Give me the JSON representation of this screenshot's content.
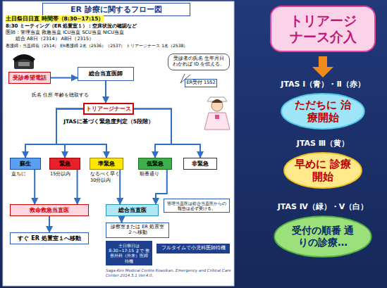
{
  "diagram": {
    "nodes": [
      {
        "text": [
          "ER 診療に関するフロー図"
        ]
      },
      {
        "text": [
          "受診希望電話"
        ]
      },
      {
        "text": [
          "総合当直医師"
        ]
      },
      {
        "text": [
          "受診者の氏名 生年月日 わかれば ID を伝える。"
        ]
      },
      {
        "text": [
          "ER受付 1552"
        ]
      },
      {
        "text": [
          "トリアージナース"
        ]
      },
      {
        "text": [
          "蘇生"
        ]
      },
      {
        "text": [
          "緊急"
        ]
      },
      {
        "text": [
          "準緊急"
        ]
      },
      {
        "text": [
          "低緊急"
        ]
      },
      {
        "text": [
          "非緊急"
        ]
      },
      {
        "text": [
          "救命救急当直医"
        ]
      },
      {
        "text": [
          "総合当直医"
        ]
      },
      {
        "text": [
          "管理当直医は総合当直医からの報告は必ず受ける。"
        ]
      },
      {
        "text": [
          "すぐ ER 処置室１へ移動"
        ]
      },
      {
        "text": [
          "診察室または ER 処置室２へ移動"
        ]
      },
      {
        "text": [
          "土日祭日は 8:30~17:15 まで 整形外科（外来）医師待機"
        ]
      },
      {
        "text": [
          "フルタイムで小児科医師待機"
        ]
      },
      {
        "text": [
          "トリアージ ナース介入"
        ]
      },
      {
        "text": [
          "ただちに 治療開始"
        ]
      },
      {
        "text": [
          "早めに 診療開始"
        ]
      },
      {
        "text": [
          "受付の順番 通りの診療…"
        ]
      }
    ],
    "edges": [
      {
        "from": 1,
        "to": 2,
        "arrow": "to"
      },
      {
        "from": 2,
        "to": 5,
        "arrow": "to"
      },
      {
        "from": 5,
        "to": 6,
        "arrow": "to"
      },
      {
        "from": 5,
        "to": 7,
        "arrow": "to"
      },
      {
        "from": 5,
        "to": 8,
        "arrow": "to"
      },
      {
        "from": 5,
        "to": 9,
        "arrow": "to"
      },
      {
        "from": 5,
        "to": 10,
        "arrow": "to"
      },
      {
        "from": 6,
        "to": 11,
        "arrow": "to"
      },
      {
        "from": 7,
        "to": 11,
        "arrow": "to"
      },
      {
        "from": 8,
        "to": 12,
        "arrow": "to"
      },
      {
        "from": 9,
        "to": 12,
        "arrow": "to"
      },
      {
        "from": 11,
        "to": 14,
        "arrow": "to"
      },
      {
        "from": 12,
        "to": 15,
        "arrow": "to"
      }
    ],
    "labels": [
      "土日祭日日直 時間帯（8:30~17:15）",
      "8:30 ミーティング（ER 処置室１）：空床状況の確認など",
      "医師：管理当直 救急当直 ICU当直 SCU当直 NICU当直",
      "総合 AB日（2314） AB日（2315）",
      "看護師：当直師長（2514） ER看護師 2名（2536）（2537） トリアージナース 1名（2538）",
      "氏名 住所 年齢を聴取する",
      "JTASに基づく緊急度判定（5段階）",
      "直ちに",
      "15分以内",
      "なるべく早く",
      "30分以内",
      "順番通り",
      "Saga-Ken Medical Centre Koseikan, Emergency and Critical Care Center 2014.5.1 Ver.4.0.",
      "JTAS Ⅰ（青）・Ⅱ（赤）",
      "JTAS Ⅲ（黄）",
      "JTAS Ⅳ（緑）・Ⅴ（白）"
    ]
  }
}
